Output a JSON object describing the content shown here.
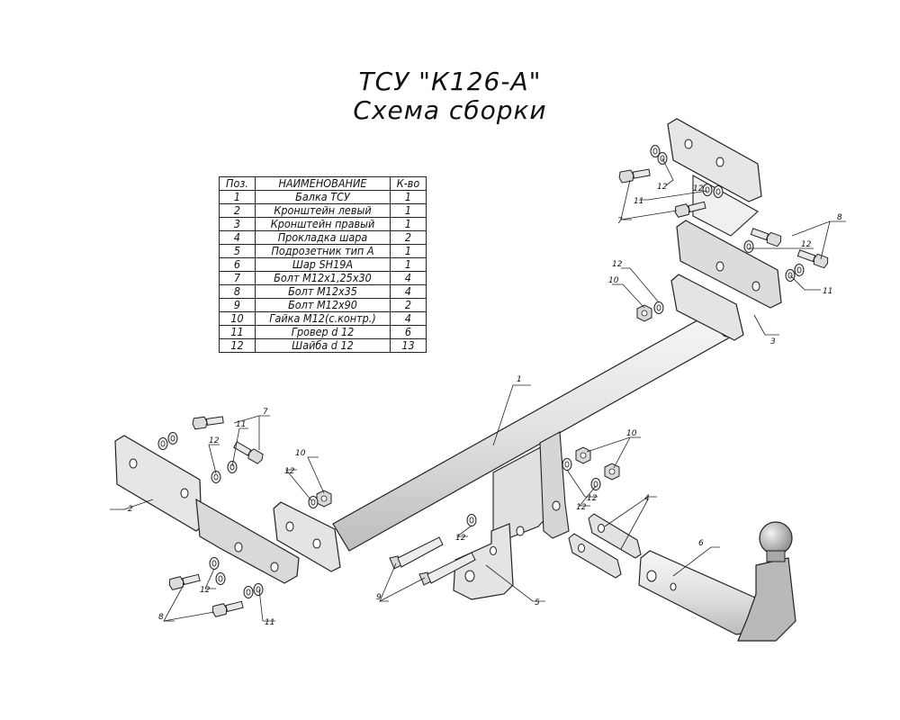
{
  "title": {
    "line1": "ТСУ \"К126-А\"",
    "line2": "Схема сборки"
  },
  "table": {
    "headers": [
      "Поз.",
      "НАИМЕНОВАНИЕ",
      "К-во"
    ],
    "rows": [
      [
        "1",
        "Балка ТСУ",
        "1"
      ],
      [
        "2",
        "Кронштейн левый",
        "1"
      ],
      [
        "3",
        "Кронштейн правый",
        "1"
      ],
      [
        "4",
        "Прокладка шара",
        "2"
      ],
      [
        "5",
        "Подрозетник тип А",
        "1"
      ],
      [
        "6",
        "Шар SH19A",
        "1"
      ],
      [
        "7",
        "Болт М12х1,25х30",
        "4"
      ],
      [
        "8",
        "Болт М12х35",
        "4"
      ],
      [
        "9",
        "Болт М12х90",
        "2"
      ],
      [
        "10",
        "Гайка М12(с.контр.)",
        "4"
      ],
      [
        "11",
        "Гровер d 12",
        "6"
      ],
      [
        "12",
        "Шайба d 12",
        "13"
      ]
    ]
  },
  "callouts": {
    "c1": "1",
    "c2": "2",
    "c3": "3",
    "c4": "4",
    "c5": "5",
    "c6": "6",
    "c7a": "7",
    "c7b": "7",
    "c8a": "8",
    "c8b": "8",
    "c9": "9",
    "c10a": "10",
    "c10b": "10",
    "c10c": "10",
    "c11a": "11",
    "c11b": "11",
    "c11c": "11",
    "c11d": "11",
    "c12a": "12",
    "c12b": "12",
    "c12c": "12",
    "c12d": "12",
    "c12e": "12",
    "c12f": "12",
    "c12g": "12",
    "c12h": "12",
    "c12i": "12",
    "c12j": "12"
  },
  "colors": {
    "line": "#222222",
    "part_fill": "#e6e6e6",
    "part_dark": "#bdbdbd"
  }
}
